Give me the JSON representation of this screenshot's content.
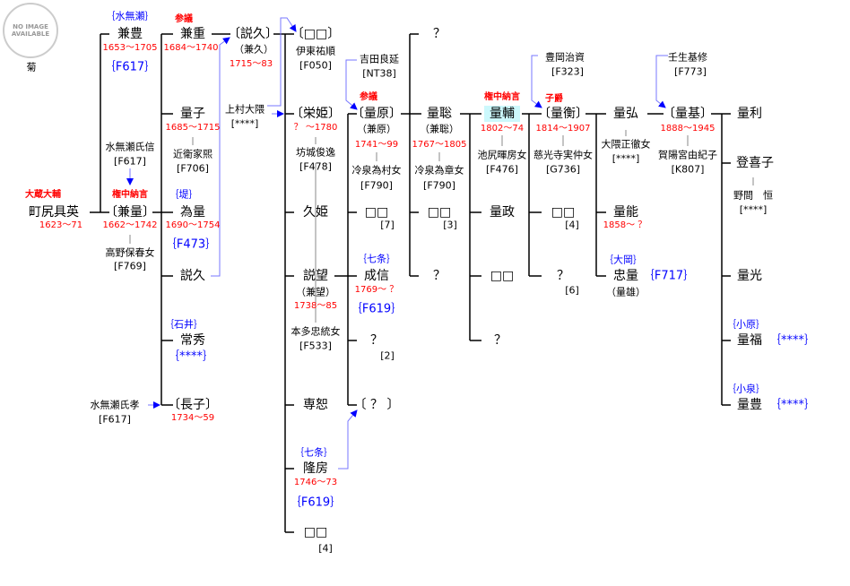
{
  "image_placeholder": {
    "line1": "NO IMAGE",
    "line2": "AVAILABLE"
  },
  "caption": "菊",
  "p": {
    "gu": {
      "title": "大蔵大輔",
      "name": "町尻具英",
      "dates": "1623〜71"
    },
    "kanetoyo": {
      "family": "｛水無瀬｝",
      "name": "兼豊",
      "dates": "1653〜1705",
      "code": "｛F617｝"
    },
    "ujinobu": {
      "name": "水無瀬氏信",
      "code": "[F617]"
    },
    "kanekazu": {
      "title": "権中納言",
      "name": "〔兼量〕",
      "dates": "1662〜1742",
      "spouse": "高野保春女",
      "spouse_code": "[F769]"
    },
    "ujitaka": {
      "name": "水無瀬氏孝",
      "code": "[F617]"
    },
    "kaneshige": {
      "title": "参議",
      "name": "兼重",
      "dates": "1684〜1740"
    },
    "kazuko": {
      "name": "量子",
      "dates": "1685〜1715",
      "spouse": "近衛家煕",
      "spouse_code": "[F706]"
    },
    "tamekazu": {
      "family": "｛堤｝",
      "name": "為量",
      "dates": "1690〜1754",
      "code": "｛F473｝"
    },
    "tokihisa": {
      "name": "説久"
    },
    "tsunehide": {
      "family": "｛石井｝",
      "name": "常秀",
      "code": "｛****｝"
    },
    "chouko": {
      "name": "〔長子〕",
      "dates": "1734〜59"
    },
    "tokihisa2": {
      "name": "〔説久〕",
      "alt": "（兼久）",
      "dates": "1715〜83"
    },
    "uemura": {
      "name": "上村大隈",
      "code": "[****]"
    },
    "c3a": {
      "name": "〔□□〕",
      "spouse": "伊東祐順",
      "spouse_code": "[F050]"
    },
    "eihime": {
      "name": "〔栄姫〕",
      "dates": "？ 〜1780",
      "spouse": "坊城俊逸",
      "spouse_code": "[F478]"
    },
    "hisahime": {
      "name": "久姫"
    },
    "tokimochi": {
      "name": "説望",
      "alt": "（兼望）",
      "dates": "1738〜85",
      "spouse": "本多忠統女",
      "spouse_code": "[F533]"
    },
    "senjo": {
      "name": "専恕"
    },
    "takafusa": {
      "family": "｛七条｝",
      "name": "隆房",
      "dates": "1746〜73",
      "code": "｛F619｝"
    },
    "c3g": {
      "name": "□□",
      "note": "[4]"
    },
    "yoshida": {
      "name": "吉田良延",
      "code": "[NT38]"
    },
    "kazumoto": {
      "title": "参議",
      "name": "〔量原〕",
      "alt": "（兼原）",
      "dates": "1741〜99",
      "spouse": "冷泉為村女",
      "spouse_code": "[F790]"
    },
    "c4b": {
      "name": "□□",
      "note": "[7]"
    },
    "narinobu": {
      "family": "｛七条｝",
      "name": "成信",
      "dates": "1769〜 ？",
      "code": "｛F619｝"
    },
    "c4d": {
      "name": "？",
      "note": "[2]"
    },
    "c4e": {
      "name": "〔 ？ 〕"
    },
    "c5a": {
      "name": "？"
    },
    "kazusato": {
      "name": "量聡",
      "alt": "（兼聡）",
      "dates": "1767〜1805",
      "spouse": "冷泉為章女",
      "spouse_code": "[F790]"
    },
    "c5c": {
      "name": "□□",
      "note": "[3]"
    },
    "c5d": {
      "name": "？"
    },
    "kazusuke": {
      "title": "権中納言",
      "name": "量輔",
      "dates": "1802〜74",
      "spouse": "池尻暉房女",
      "spouse_code": "[F476]"
    },
    "kazumasa": {
      "name": "量政"
    },
    "c6c": {
      "name": "□□"
    },
    "c6d": {
      "name": "？"
    },
    "toyooka": {
      "name": "豊岡治資",
      "code": "[F323]"
    },
    "kazuhira": {
      "title": "子爵",
      "name": "〔量衡〕",
      "dates": "1814〜1907",
      "spouse": "慈光寺実仲女",
      "spouse_code": "[G736]"
    },
    "c7b": {
      "name": "□□",
      "note": "[4]"
    },
    "c7c": {
      "name": "？",
      "note": "[6]"
    },
    "kazuhiro": {
      "name": "量弘",
      "spouse": "大隈正徹女",
      "spouse_code": "[****]"
    },
    "kazuyoshi": {
      "name": "量能",
      "dates": "1858〜 ？"
    },
    "tadakazu": {
      "family": "｛大岡｝",
      "name": "忠量",
      "alt": "（量雄）",
      "code": "｛F717｝"
    },
    "mibu": {
      "name": "壬生基修",
      "code": "[F773]"
    },
    "kazumoto2": {
      "name": "〔量基〕",
      "dates": "1888〜1945",
      "spouse": "賀陽宮由紀子",
      "spouse_code": "[K807]"
    },
    "kazutoshi": {
      "name": "量利"
    },
    "tokiko": {
      "name": "登喜子",
      "spouse": "野間　恒",
      "spouse_code": "[****]"
    },
    "kazumitsu": {
      "name": "量光"
    },
    "kazufuku": {
      "family": "｛小原｝",
      "name": "量福",
      "code": "｛****｝"
    },
    "kazutoyo": {
      "family": "｛小泉｝",
      "name": "量豊",
      "code": "｛****｝"
    }
  }
}
